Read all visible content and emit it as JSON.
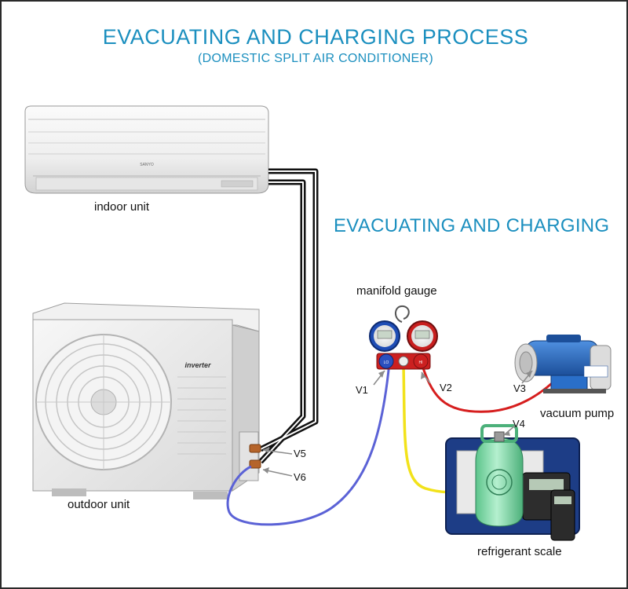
{
  "header": {
    "title": "EVACUATING AND CHARGING PROCESS",
    "subtitle": "(DOMESTIC SPLIT AIR CONDITIONER)"
  },
  "section": {
    "title": "EVACUATING AND CHARGING"
  },
  "components": {
    "indoor_unit": "indoor unit",
    "outdoor_unit": "outdoor unit",
    "manifold_gauge": "manifold gauge",
    "vacuum_pump": "vacuum pump",
    "refrigerant_scale": "refrigerant scale"
  },
  "valves": {
    "v1": "V1",
    "v2": "V2",
    "v3": "V3",
    "v4": "V4",
    "v5": "V5",
    "v6": "V6"
  },
  "brand_text": {
    "indoor_brand": "SANYO",
    "outdoor_badge": "inverter",
    "gauge_low": "LO",
    "gauge_high": "HI"
  },
  "colors": {
    "title_blue": "#1b8fbf",
    "hose_blue": "#5b62d6",
    "hose_yellow": "#f2e21a",
    "hose_red": "#d61e1e",
    "pipe_black": "#111111",
    "cylinder_green": "#7fd9a6",
    "pump_blue": "#2a6fc9"
  }
}
